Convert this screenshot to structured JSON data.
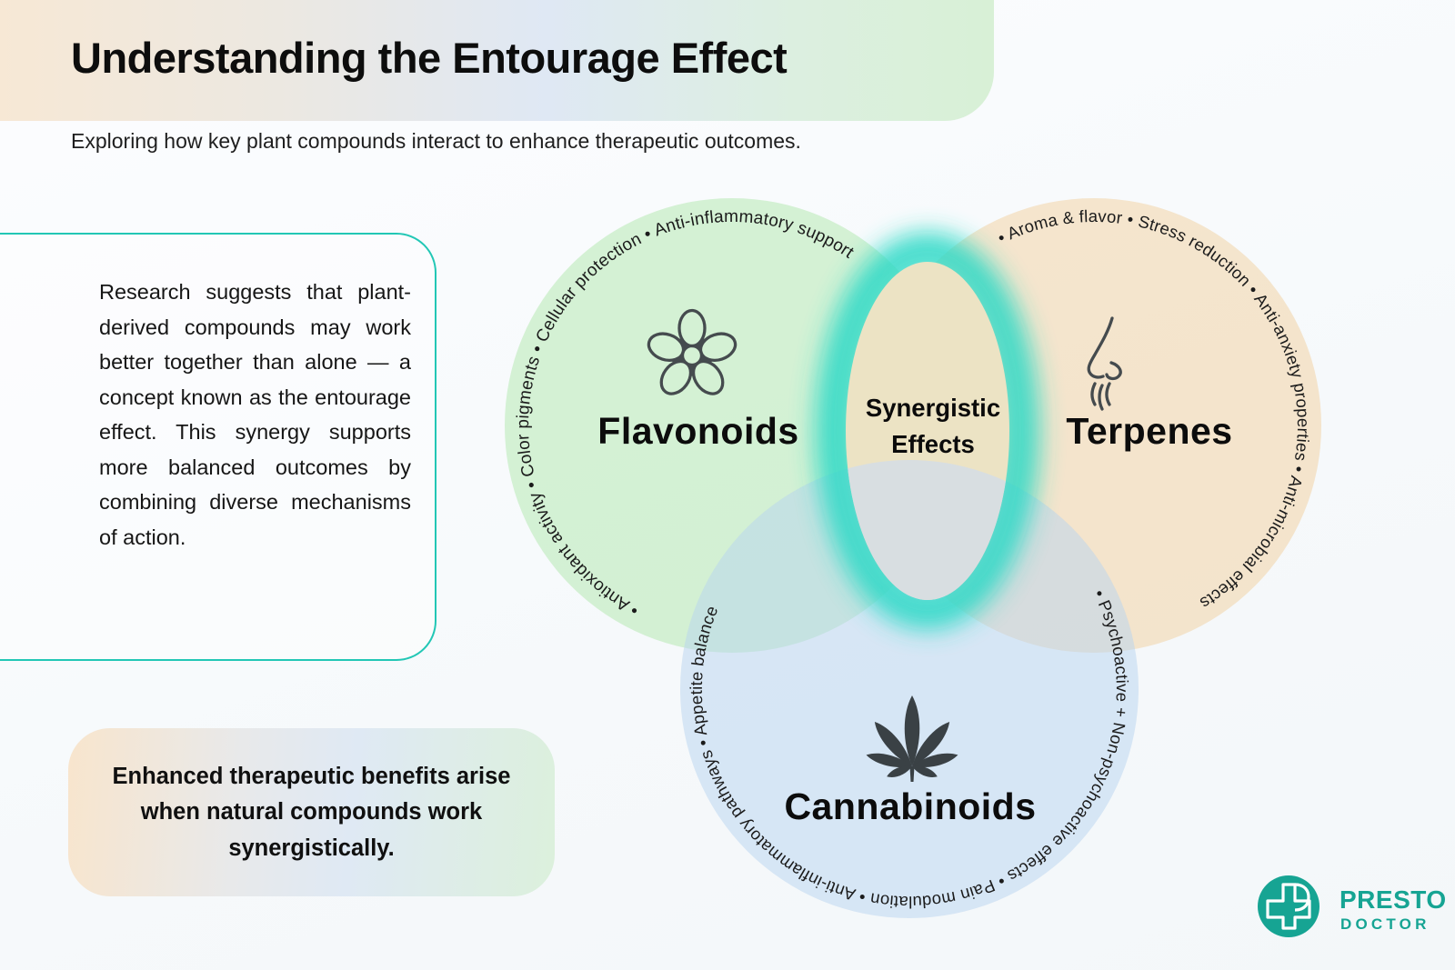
{
  "header": {
    "title": "Understanding the Entourage Effect",
    "subtitle": "Exploring how key plant compounds interact to enhance therapeutic outcomes.",
    "gradient_colors": [
      "#f7e8d5",
      "#dfe8f4",
      "#d8f0d6"
    ]
  },
  "info_box": {
    "text": "Research suggests that plant-derived compounds may work better together than alone — a concept known as the entourage effect. This synergy supports more balanced outcomes by combining diverse mechanisms of action.",
    "border_color": "#22c7b5"
  },
  "benefit_box": {
    "text": "Enhanced therapeutic benefits arise when natural compounds work synergistically."
  },
  "venn": {
    "flavonoids": {
      "label": "Flavonoids",
      "arc_text": "• Antioxidant activity • Color pigments • Cellular protection • Anti-inflammatory support",
      "icon": "flower-icon",
      "fill": "#afe7ab"
    },
    "terpenes": {
      "label": "Terpenes",
      "arc_text": "• Aroma & flavor • Stress reduction • Anti-anxiety properties • Anti-microbial effects",
      "icon": "nose-icon",
      "fill": "#f2cf9d"
    },
    "cannabinoids": {
      "label": "Cannabinoids",
      "arc_text": "• Psychoactive + Non-psychoactive effects • Pain modulation • Anti-inflammatory pathways • Appetite balance",
      "icon": "cannabis-leaf-icon",
      "fill": "#b8d3f0"
    },
    "center": {
      "line1": "Synergistic",
      "line2": "Effects",
      "glow_color": "#2bd9c6",
      "top_fill": "#ece3c4",
      "bottom_fill": "#d8dee1"
    }
  },
  "logo": {
    "brand": "PRESTO",
    "sub": "DOCTOR",
    "color": "#16a493",
    "icon": "presto-cross-icon"
  }
}
